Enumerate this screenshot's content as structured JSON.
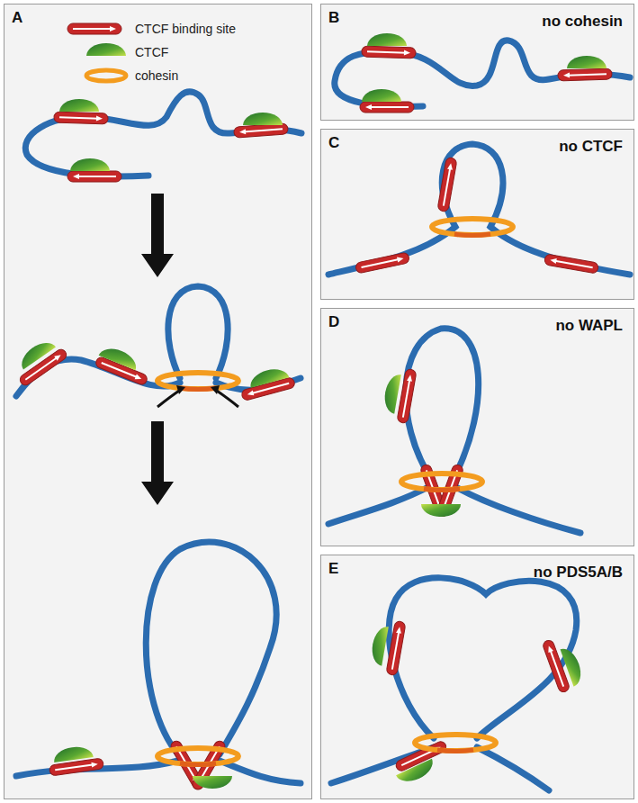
{
  "diagram": {
    "nodes": [
      {
        "text": [
          "A"
        ]
      },
      {
        "text": [
          "B",
          "no cohesin"
        ]
      },
      {
        "text": [
          "C",
          "no CTCF"
        ]
      },
      {
        "text": [
          "D",
          "no WAPL"
        ]
      },
      {
        "text": [
          "E",
          "no PDS5A/B"
        ]
      }
    ],
    "legend": [
      {
        "text": "CTCF binding site"
      },
      {
        "text": "CTCF"
      },
      {
        "text": "cohesin"
      }
    ]
  }
}
